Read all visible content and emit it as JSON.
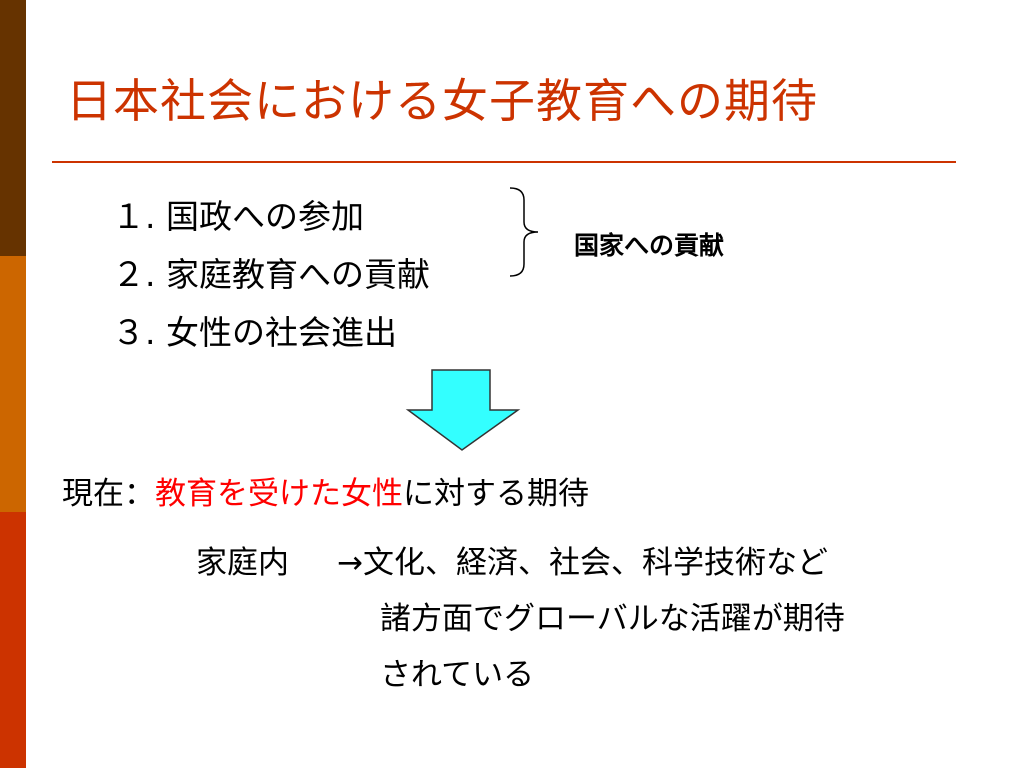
{
  "slide": {
    "title": "日本社会における女子教育への期待",
    "list": [
      "１. 国政への参加",
      "２. 家庭教育への貢献",
      "３. 女性の社会進出"
    ],
    "brace_label": "国家への貢献",
    "current": {
      "prefix": "現在：",
      "highlight": "教育を受けた女性",
      "suffix": "に対する期待"
    },
    "detail": {
      "label": "家庭内",
      "text": "→文化、経済、社会、科学技術など",
      "cont1": "諸方面でグローバルな活躍が期待",
      "cont2": "されている"
    }
  },
  "colors": {
    "title": "#cc3300",
    "highlight": "#ff0000",
    "arrow_fill": "#33ffff",
    "sidebar": [
      "#663300",
      "#cc6600",
      "#cc3300"
    ]
  }
}
